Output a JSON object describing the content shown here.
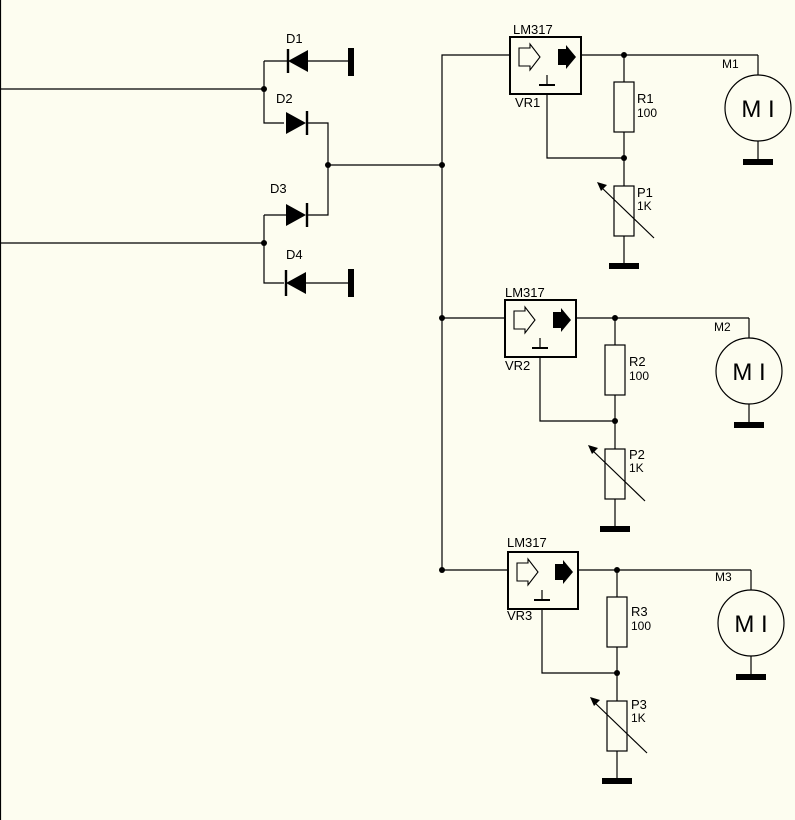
{
  "diodes": [
    {
      "label": "D1"
    },
    {
      "label": "D2"
    },
    {
      "label": "D3"
    },
    {
      "label": "D4"
    }
  ],
  "stages": [
    {
      "reg_part": "LM317",
      "reg_ref": "VR1",
      "res_ref": "R1",
      "res_val": "100",
      "pot_ref": "P1",
      "pot_val": "1K",
      "motor_ref": "M1",
      "motor_glyph": "M I"
    },
    {
      "reg_part": "LM317",
      "reg_ref": "VR2",
      "res_ref": "R2",
      "res_val": "100",
      "pot_ref": "P2",
      "pot_val": "1K",
      "motor_ref": "M2",
      "motor_glyph": "M I"
    },
    {
      "reg_part": "LM317",
      "reg_ref": "VR3",
      "res_ref": "R3",
      "res_val": "100",
      "pot_ref": "P3",
      "pot_val": "1K",
      "motor_ref": "M3",
      "motor_glyph": "M I"
    }
  ]
}
